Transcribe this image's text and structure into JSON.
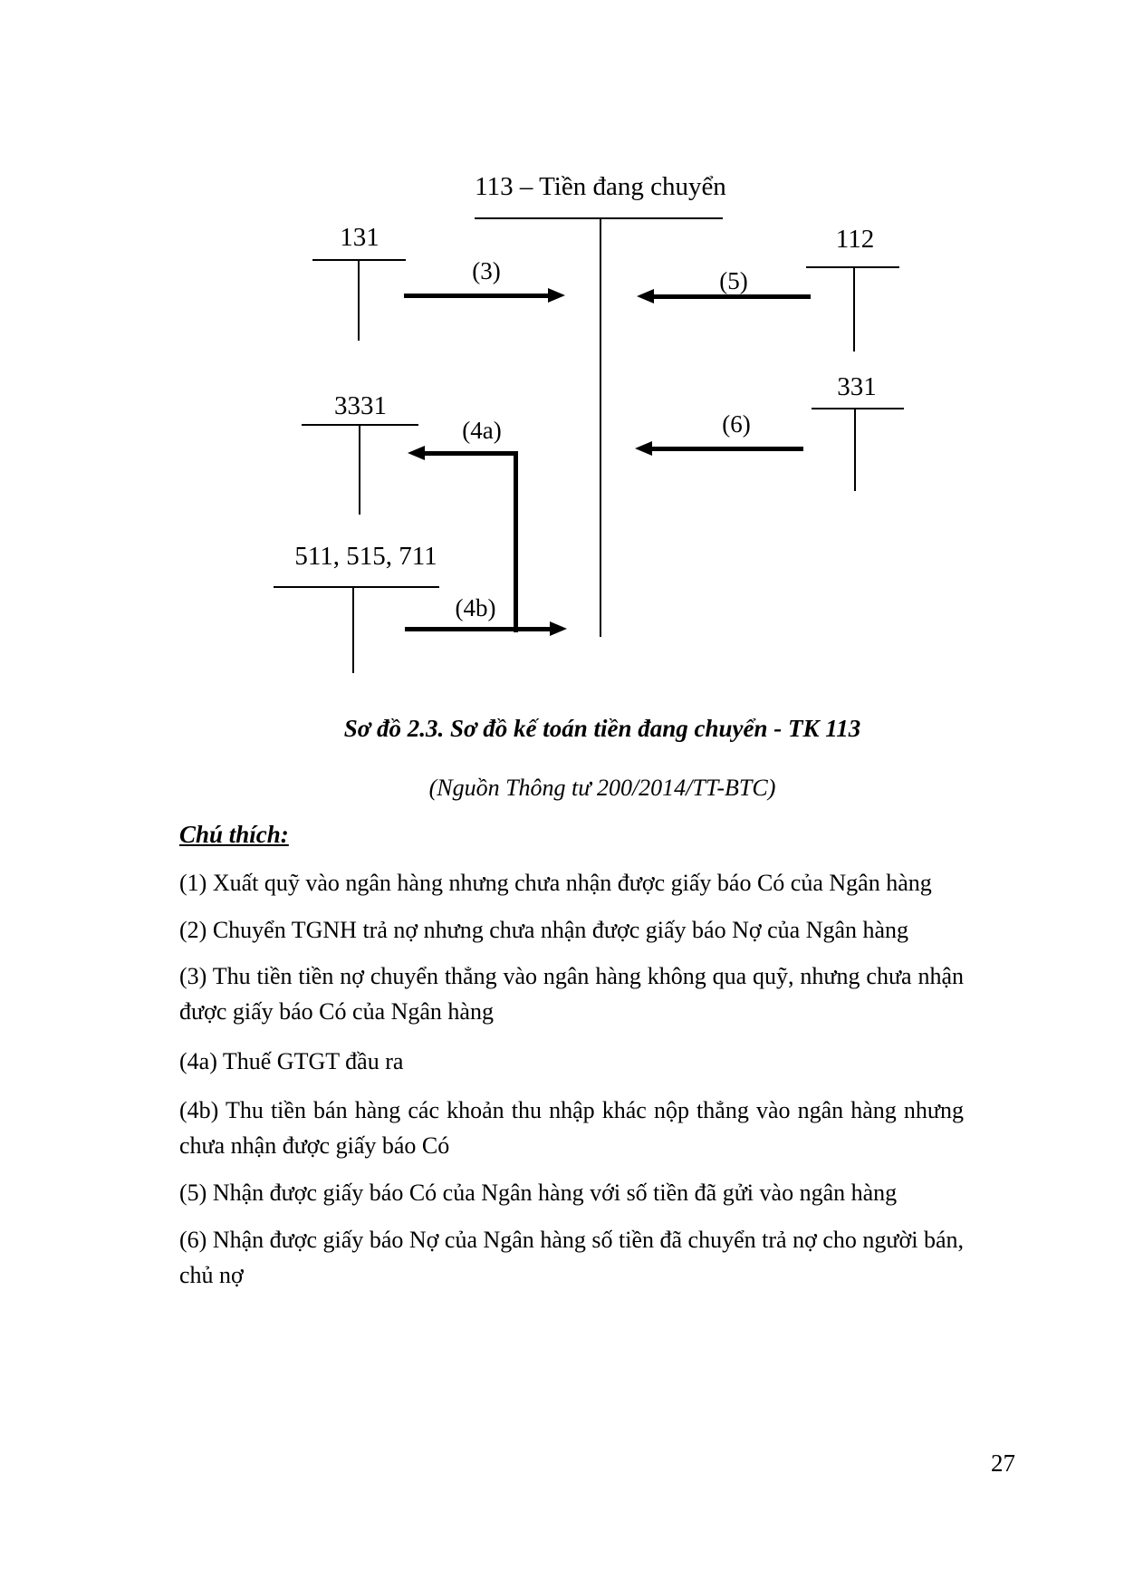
{
  "diagram": {
    "main_account": {
      "title": "113 – Tiền đang chuyển"
    },
    "accounts": [
      {
        "label": "131"
      },
      {
        "label": "112"
      },
      {
        "label": "3331"
      },
      {
        "label": "331"
      },
      {
        "label": "511, 515, 711"
      }
    ],
    "flows": [
      {
        "label": "(3)"
      },
      {
        "label": "(5)"
      },
      {
        "label": "(4a)"
      },
      {
        "label": "(6)"
      },
      {
        "label": "(4b)"
      }
    ]
  },
  "caption": {
    "title": "Sơ đồ 2.3. Sơ đồ kế toán tiền đang chuyển - TK 113",
    "source": "(Nguồn Thông tư 200/2014/TT-BTC)"
  },
  "notes": {
    "heading": "Chú thích:",
    "items": [
      {
        "lines": [
          "(1) Xuất quỹ vào ngân hàng nhưng chưa nhận được giấy báo Có của Ngân hàng"
        ]
      },
      {
        "lines": [
          "(2) Chuyển TGNH trả nợ nhưng chưa nhận được giấy báo Nợ của Ngân hàng"
        ]
      },
      {
        "lines": [
          "(3) Thu tiền tiền nợ chuyển thẳng vào ngân hàng không qua quỹ, nhưng chưa nhận",
          "được giấy báo Có của Ngân hàng"
        ]
      },
      {
        "lines": [
          "(4a) Thuế GTGT đầu ra"
        ]
      },
      {
        "lines": [
          "(4b) Thu tiền bán hàng các khoản thu nhập khác nộp thẳng vào ngân hàng nhưng",
          "chưa nhận được giấy báo Có"
        ]
      },
      {
        "lines": [
          "(5) Nhận được giấy báo Có của Ngân hàng với số tiền đã gửi vào ngân hàng"
        ]
      },
      {
        "lines": [
          "(6) Nhận được giấy báo Nợ của Ngân hàng số tiền đã chuyển trả nợ cho người bán,",
          "chủ nợ"
        ]
      }
    ]
  },
  "page": {
    "number": "27"
  }
}
